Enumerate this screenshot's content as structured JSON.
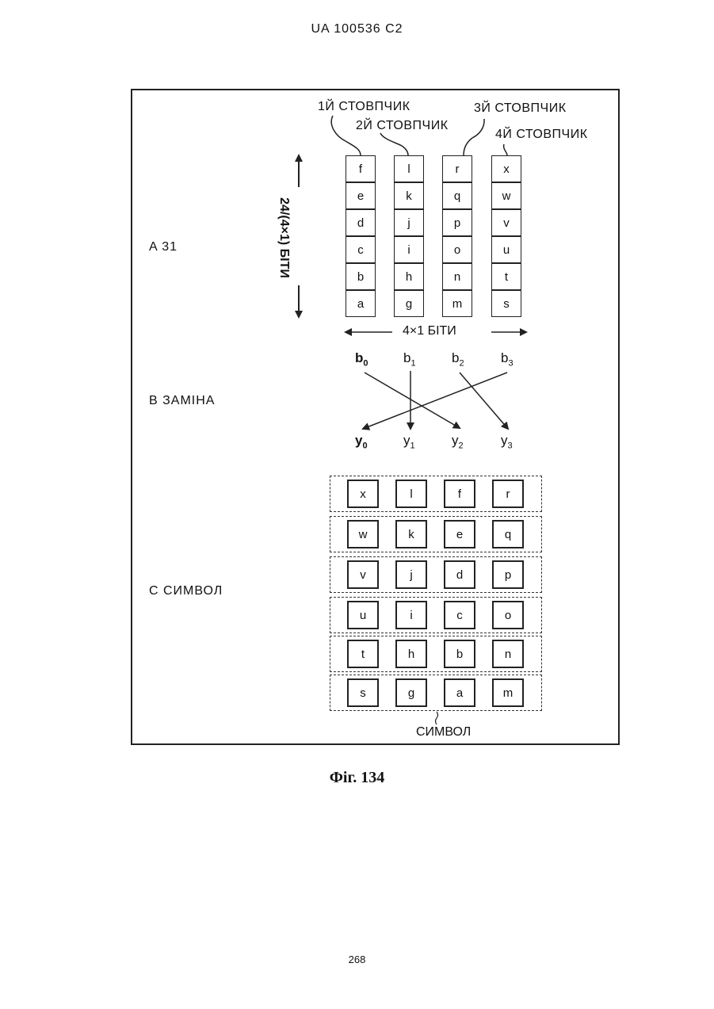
{
  "header": {
    "text": "UA   100536   C2"
  },
  "figure": {
    "section_a": {
      "label": "A  31",
      "column_labels": [
        "1Й СТОВПЧИК",
        "2Й СТОВПЧИК",
        "3Й СТОВПЧИК",
        "4Й СТОВПЧИК"
      ],
      "vertical_label": "24/(4×1) БІТИ",
      "horizontal_label": "4×1 БІТИ",
      "columns": [
        [
          "f",
          "e",
          "d",
          "c",
          "b",
          "a"
        ],
        [
          "l",
          "k",
          "j",
          "i",
          "h",
          "g"
        ],
        [
          "r",
          "q",
          "p",
          "o",
          "n",
          "m"
        ],
        [
          "x",
          "w",
          "v",
          "u",
          "t",
          "s"
        ]
      ]
    },
    "section_b": {
      "label": "B  ЗАМІНА",
      "inputs": [
        {
          "base": "b",
          "sub": "0"
        },
        {
          "base": "b",
          "sub": "1"
        },
        {
          "base": "b",
          "sub": "2"
        },
        {
          "base": "b",
          "sub": "3"
        }
      ],
      "outputs": [
        {
          "base": "y",
          "sub": "0"
        },
        {
          "base": "y",
          "sub": "1"
        },
        {
          "base": "y",
          "sub": "2"
        },
        {
          "base": "y",
          "sub": "3"
        }
      ]
    },
    "section_c": {
      "label": "C  СИМВОЛ",
      "symbol_label": "СИМВОЛ",
      "rows": [
        [
          "x",
          "l",
          "f",
          "r"
        ],
        [
          "w",
          "k",
          "e",
          "q"
        ],
        [
          "v",
          "j",
          "d",
          "p"
        ],
        [
          "u",
          "i",
          "c",
          "o"
        ],
        [
          "t",
          "h",
          "b",
          "n"
        ],
        [
          "s",
          "g",
          "a",
          "m"
        ]
      ]
    }
  },
  "caption": "Фіг. 134",
  "page_number": "268"
}
